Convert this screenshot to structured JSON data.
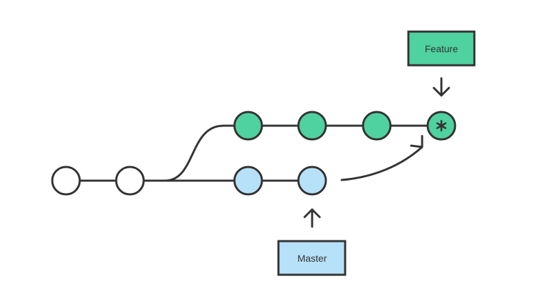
{
  "labels": {
    "feature": "Feature",
    "master": "Master"
  },
  "colors": {
    "stroke": "#333333",
    "empty_commit": "#ffffff",
    "feature_commit": "#4fd1a0",
    "master_commit": "#b7e1f8",
    "feature_label_bg": "#4fd1a0",
    "master_label_bg": "#b7e1f8"
  },
  "commits": {
    "base": 2,
    "master": 2,
    "feature": 4
  },
  "icons": {
    "merge_commit_marker": "asterisk-icon",
    "feature_pointer": "arrow-down-icon",
    "master_pointer": "arrow-up-icon",
    "merge_arrow": "curved-arrow-icon"
  }
}
